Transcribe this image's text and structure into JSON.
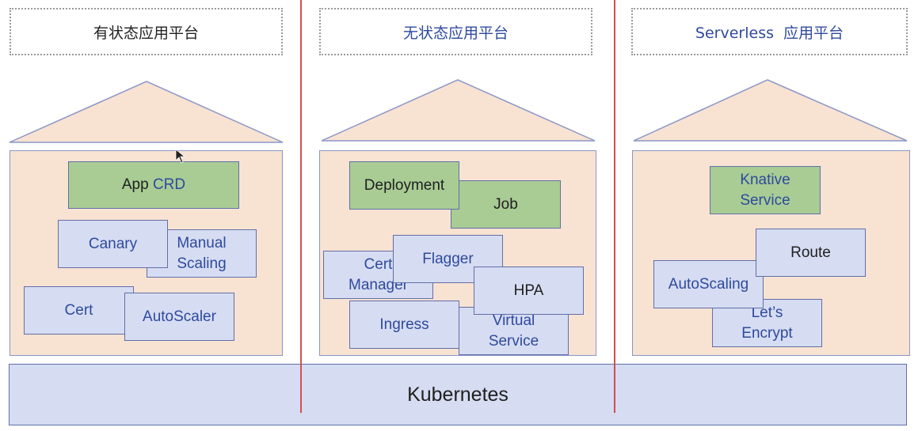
{
  "columns": [
    {
      "title": "有状态应用平台",
      "boxes": {
        "app": "App",
        "crd": "CRD",
        "canary": "Canary",
        "manual": "Manual\nScaling",
        "cert": "Cert",
        "autoscaler": "AutoScaler"
      }
    },
    {
      "title": "无状态应用平台",
      "boxes": {
        "deployment": "Deployment",
        "job": "Job",
        "certmgr": "Cert\nManager",
        "flagger": "Flagger",
        "hpa": "HPA",
        "ingress": "Ingress",
        "virtual": "Virtual\nService"
      }
    },
    {
      "title": "Serverless  应用平台",
      "boxes": {
        "knative": "Knative\nService",
        "route": "Route",
        "autoscaling": "AutoScaling",
        "letsencrypt": "Let’s\nEncrypt"
      }
    }
  ],
  "base": {
    "label": "Kubernetes"
  },
  "colors": {
    "house_fill": "#f8e2d2",
    "green_box": "#a8cc94",
    "lavender_box": "#d6dcf2",
    "divider": "#d05050",
    "text_blue": "#2e4a9e"
  }
}
